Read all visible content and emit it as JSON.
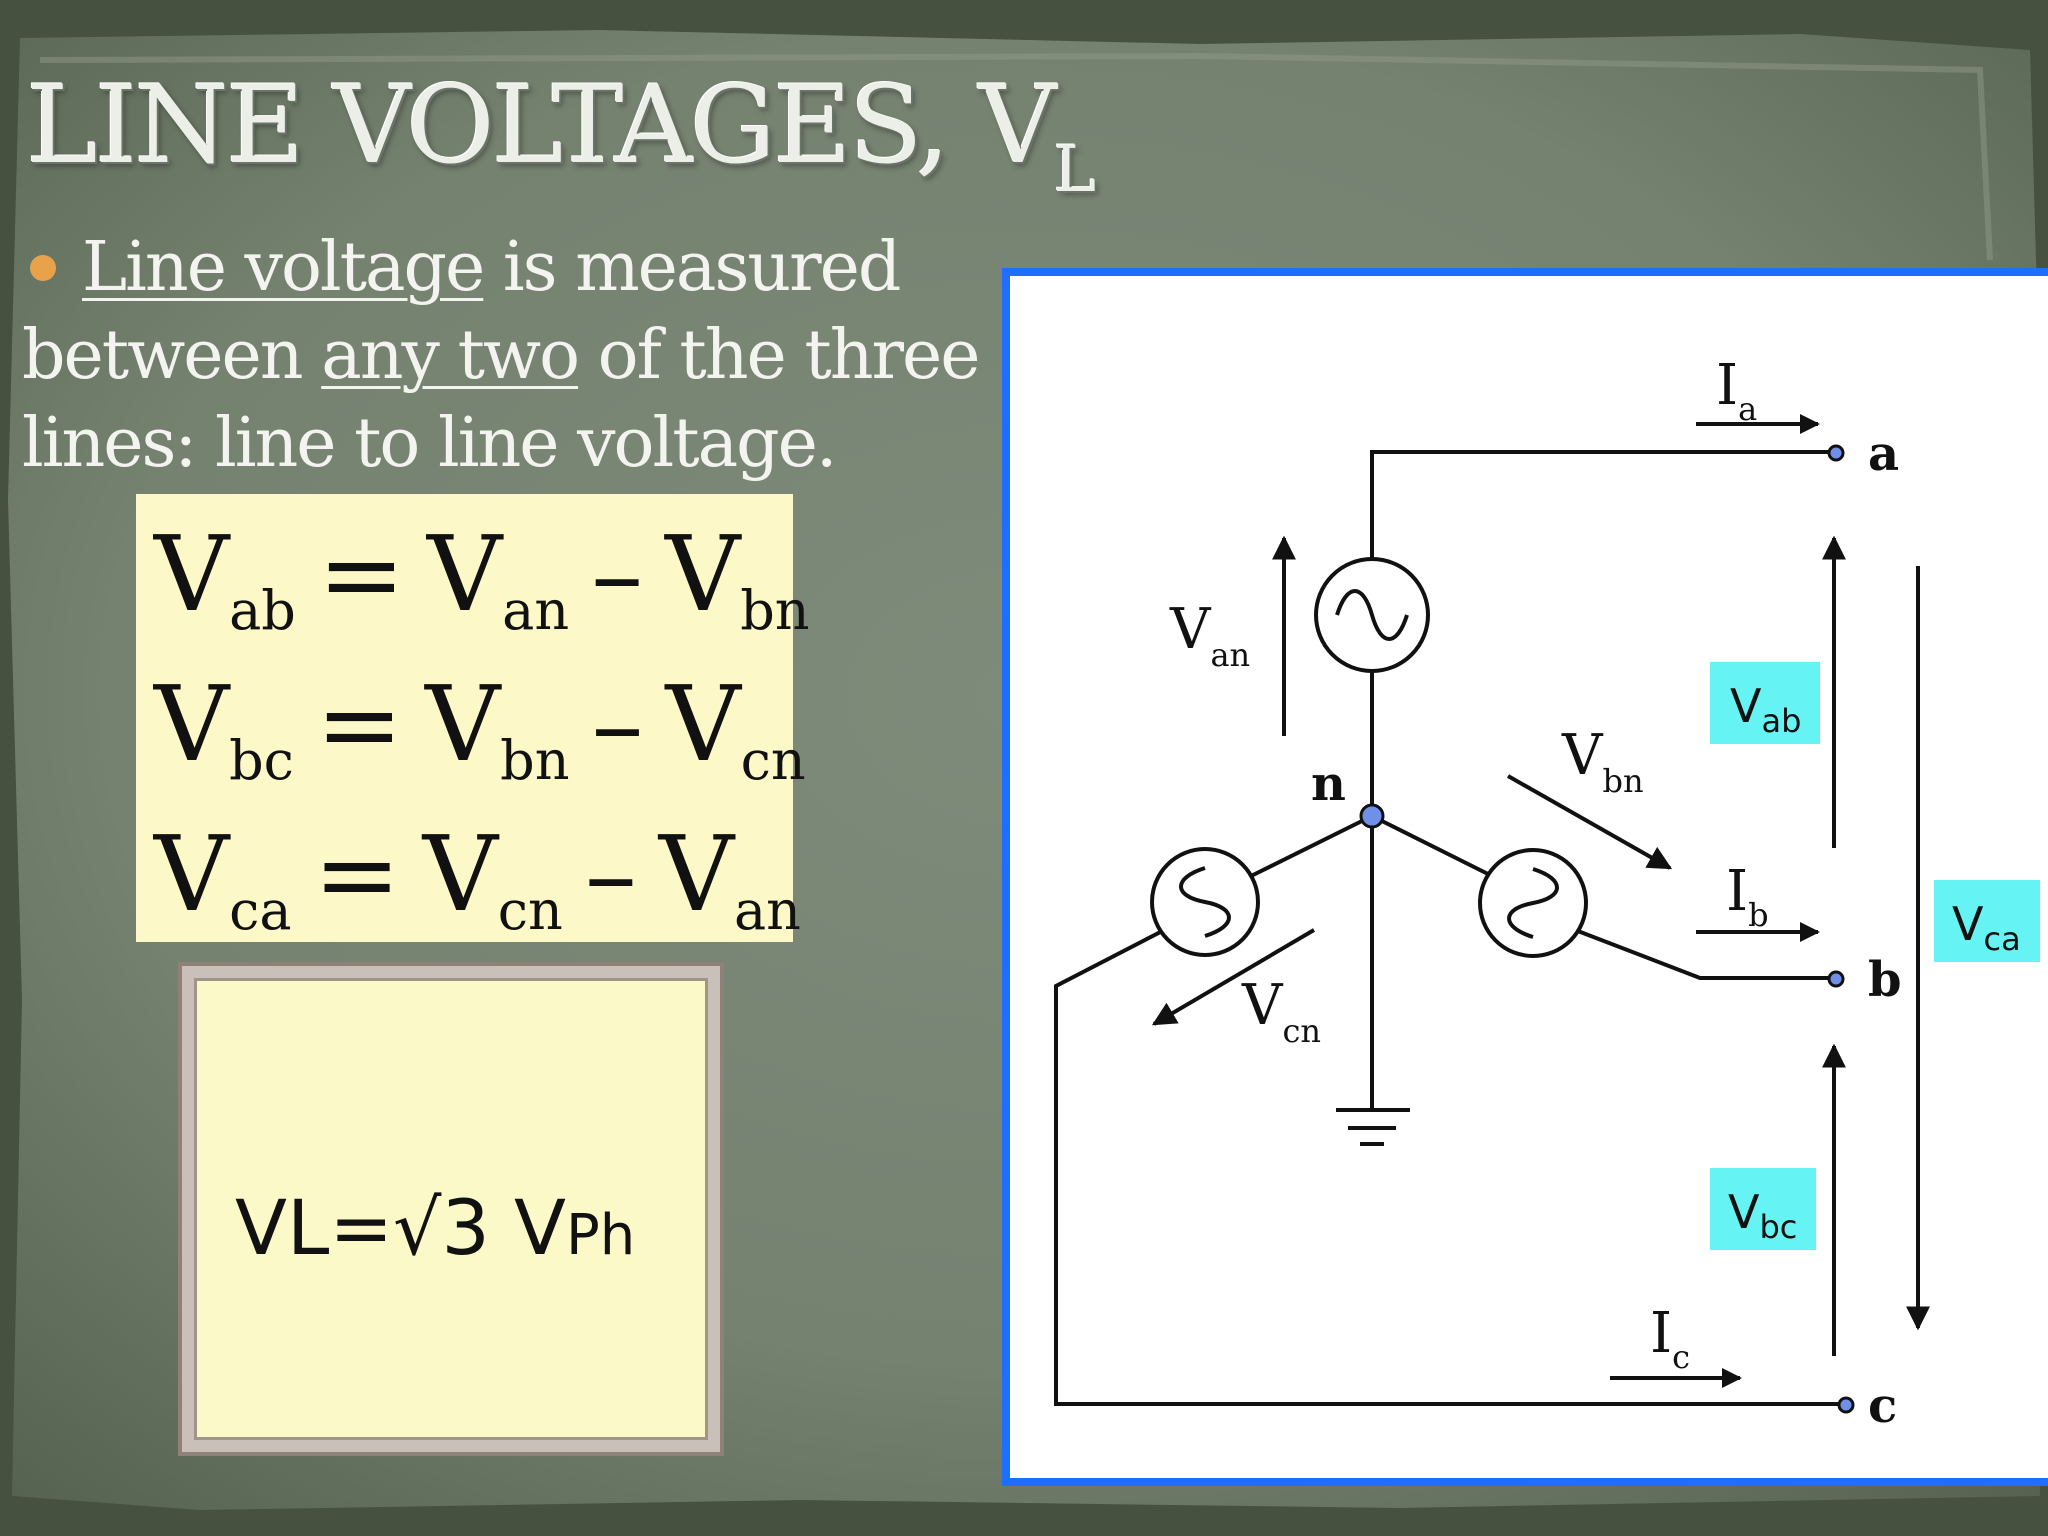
{
  "title": {
    "main": "LINE VOLTAGES, V",
    "subscript": "L"
  },
  "bullet": {
    "underlined_1": "Line voltage",
    "text_1": " is measured between ",
    "underlined_2": "any two",
    "text_2": " of the three lines: line to line voltage."
  },
  "equations": [
    {
      "lhs": "ab",
      "t1": "an",
      "t2": "bn"
    },
    {
      "lhs": "bc",
      "t1": "bn",
      "t2": "cn"
    },
    {
      "lhs": "ca",
      "t1": "cn",
      "t2": "an"
    }
  ],
  "symbols": {
    "v": "V",
    "eq": "=",
    "minus": "–",
    "i": "I"
  },
  "formula": {
    "left": "VL=√3 V",
    "ph": "Ph"
  },
  "diagram": {
    "nodes": {
      "a": "a",
      "b": "b",
      "c": "c",
      "n": "n"
    },
    "currents": {
      "a": "a",
      "b": "b",
      "c": "c"
    },
    "phase_voltages": {
      "an": "an",
      "bn": "bn",
      "cn": "cn"
    },
    "line_voltage_boxes": {
      "ab": "ab",
      "bc": "bc",
      "ca": "ca"
    },
    "colors": {
      "label_box": "#66f3f3",
      "terminal": "#6f8fe8",
      "panel_border": "#1e6fff",
      "wire": "#111111"
    }
  }
}
